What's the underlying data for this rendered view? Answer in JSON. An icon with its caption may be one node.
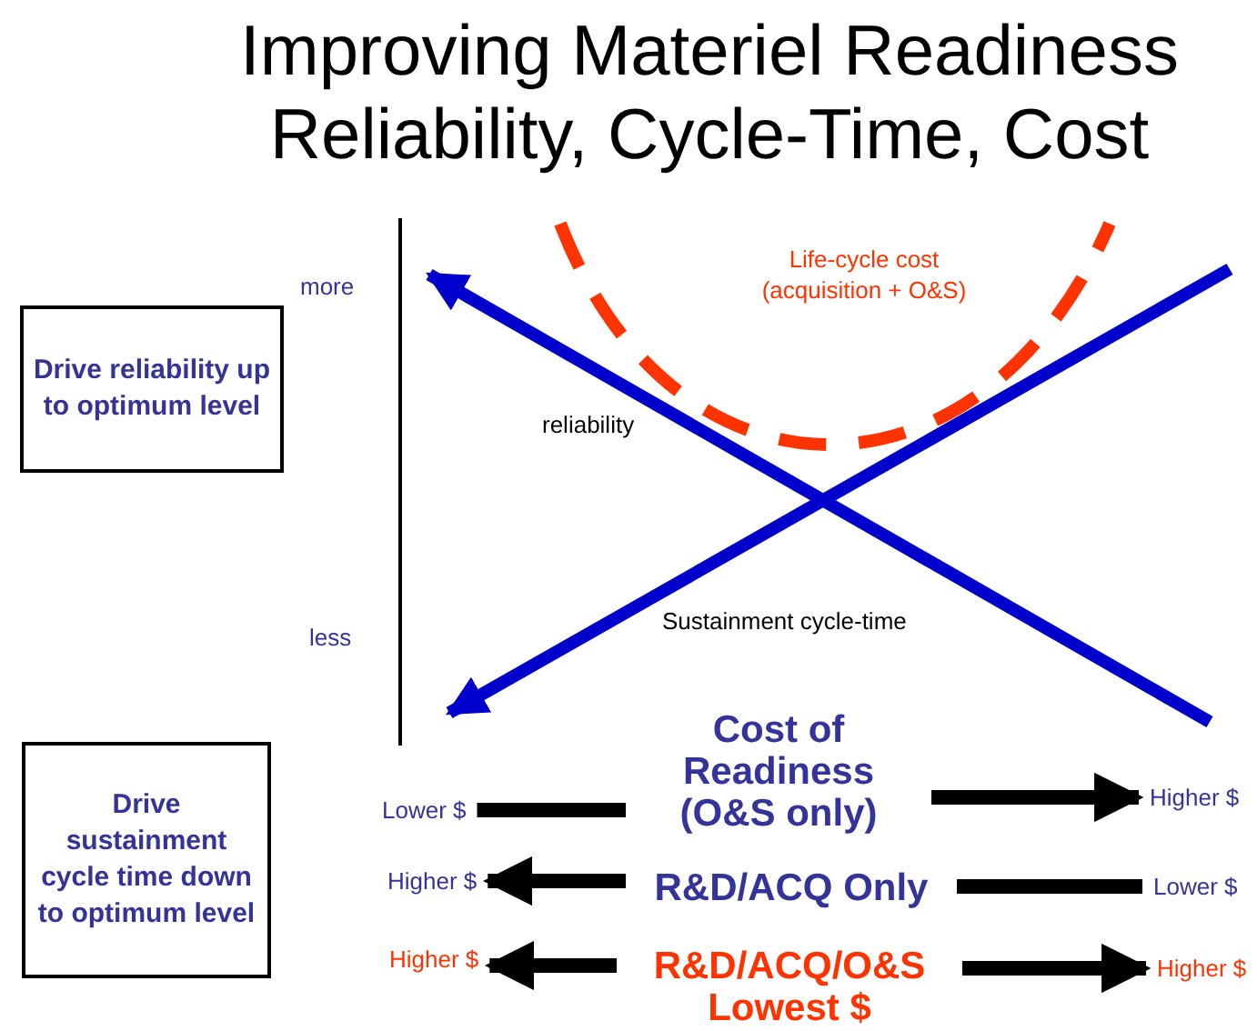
{
  "diagram": {
    "title": "Improving Materiel Readiness Reliability, Cycle-Time, Cost",
    "nodes": [
      {
        "text": [
          "Drive reliability up to optimum level"
        ]
      },
      {
        "text": [
          "Drive sustainment cycle time down to optimum level"
        ]
      },
      {
        "text": [
          "Cost of Readiness (O&S only)"
        ]
      },
      {
        "text": [
          "Lower $"
        ]
      },
      {
        "text": [
          "Higher $"
        ]
      },
      {
        "text": [
          "R&D/ACQ Only"
        ]
      },
      {
        "text": [
          "Higher $"
        ]
      },
      {
        "text": [
          "Lower $"
        ]
      },
      {
        "text": [
          "R&D/ACQ/O&S Lowest $"
        ]
      },
      {
        "text": [
          "Higher $"
        ]
      },
      {
        "text": [
          "Higher $"
        ]
      }
    ],
    "edges": [
      {
        "from": 2,
        "to": 3,
        "arrow": "none"
      },
      {
        "from": 2,
        "to": 4,
        "arrow": "to"
      },
      {
        "from": 5,
        "to": 6,
        "arrow": "to"
      },
      {
        "from": 5,
        "to": 7,
        "arrow": "none"
      },
      {
        "from": 8,
        "to": 9,
        "arrow": "to"
      },
      {
        "from": 8,
        "to": 10,
        "arrow": "to"
      }
    ],
    "labels": [
      "Life-cycle cost (acquisition + O&S)",
      "more",
      "reliability",
      "less",
      "Sustainment cycle-time"
    ]
  }
}
